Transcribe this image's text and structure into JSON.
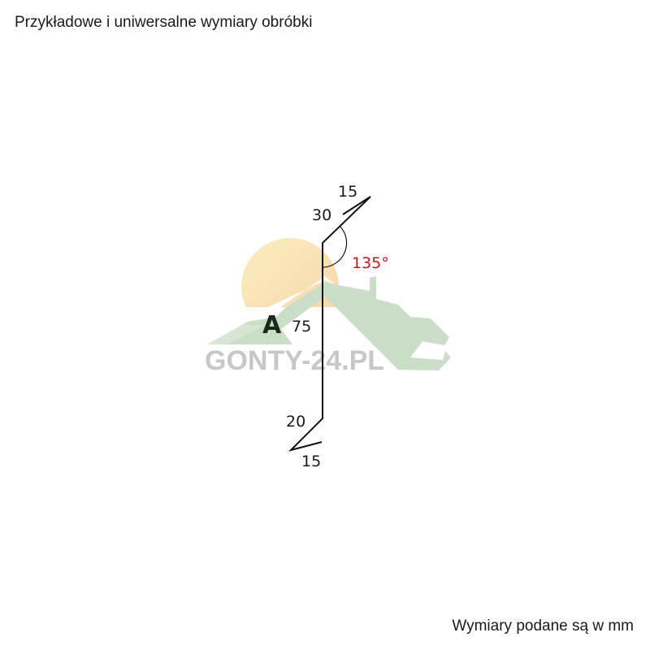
{
  "title": "Przykładowe i uniwersalne wymiary obróbki",
  "footer_note": "Wymiary podane są w mm",
  "watermark": {
    "text": "GONTY-24.PL"
  },
  "diagram": {
    "profile_label": "A",
    "dimensions": {
      "top_hem": "15",
      "top_flange": "30",
      "main": "75",
      "bottom_flange": "20",
      "bottom_hem": "15"
    },
    "angle": "135°",
    "angle_color": "#d0101a"
  }
}
